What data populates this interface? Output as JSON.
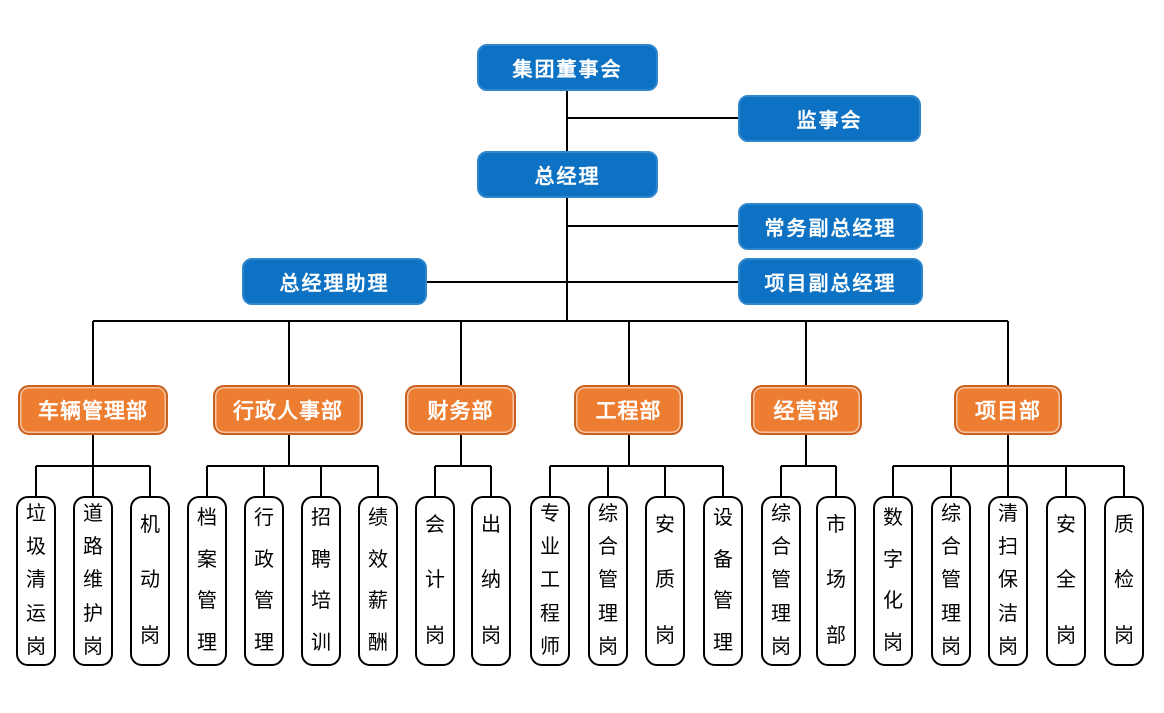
{
  "executive": {
    "board": "集团董事会",
    "supervisory_board": "监事会",
    "general_manager": "总经理",
    "executive_deputy_gm": "常务副总经理",
    "gm_assistant": "总经理助理",
    "project_deputy_gm": "项目副总经理"
  },
  "departments": [
    {
      "name": "车辆管理部",
      "positions": [
        "垃圾清运岗",
        "道路维护岗",
        "机动岗"
      ]
    },
    {
      "name": "行政人事部",
      "positions": [
        "档案管理",
        "行政管理",
        "招聘培训",
        "绩效薪酬"
      ]
    },
    {
      "name": "财务部",
      "positions": [
        "会计岗",
        "出纳岗"
      ]
    },
    {
      "name": "工程部",
      "positions": [
        "专业工程师",
        "综合管理岗",
        "安质岗",
        "设备管理"
      ]
    },
    {
      "name": "经营部",
      "positions": [
        "综合管理岗",
        "市场部"
      ]
    },
    {
      "name": "项目部",
      "positions": [
        "数字化岗",
        "综合管理岗",
        "清扫保洁岗",
        "安全岗",
        "质检岗"
      ]
    }
  ],
  "colors": {
    "executive_fill": "#0D72C4",
    "executive_border": "#2F86CD",
    "department_fill": "#ED7D31",
    "department_border": "#C9601F",
    "position_fill": "#FFFFFF",
    "position_border": "#000000",
    "connector": "#000000",
    "text_on_fill": "#FFFFFF",
    "position_text": "#000000"
  }
}
